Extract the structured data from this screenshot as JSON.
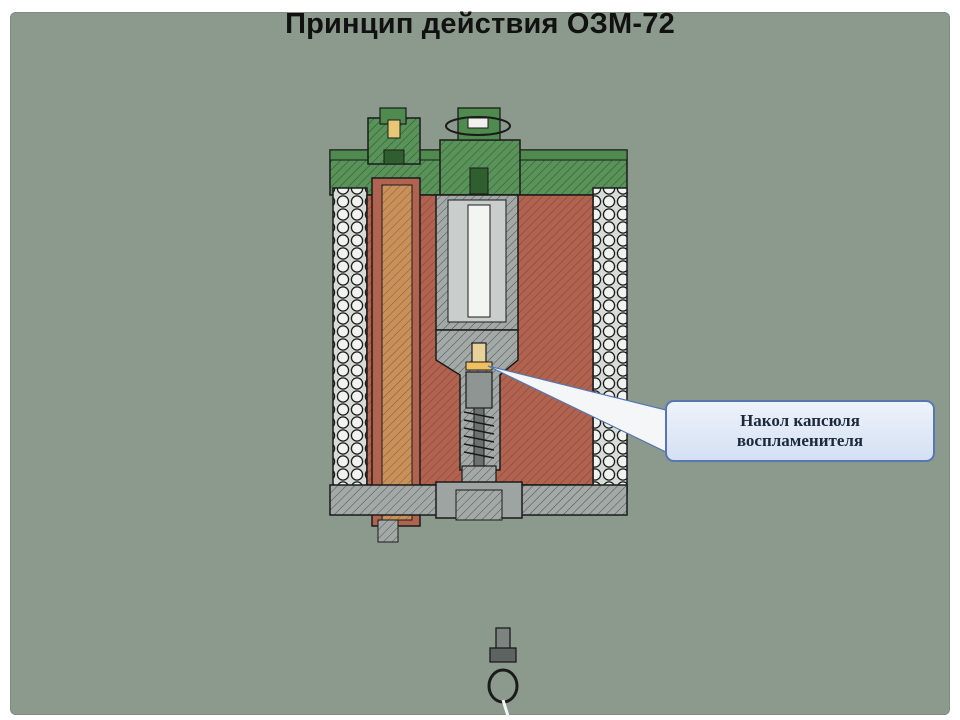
{
  "slide": {
    "title": "Принцип действия ОЗМ-72",
    "callout": {
      "line1": "Накол капсюля",
      "line2": "воспламенителя"
    }
  },
  "colors": {
    "background": "#8b9a8d",
    "housing": "#4f8a4f",
    "explosive": "#b0634f",
    "metal": "#9ea4a2",
    "callout_border": "#5677b3"
  }
}
